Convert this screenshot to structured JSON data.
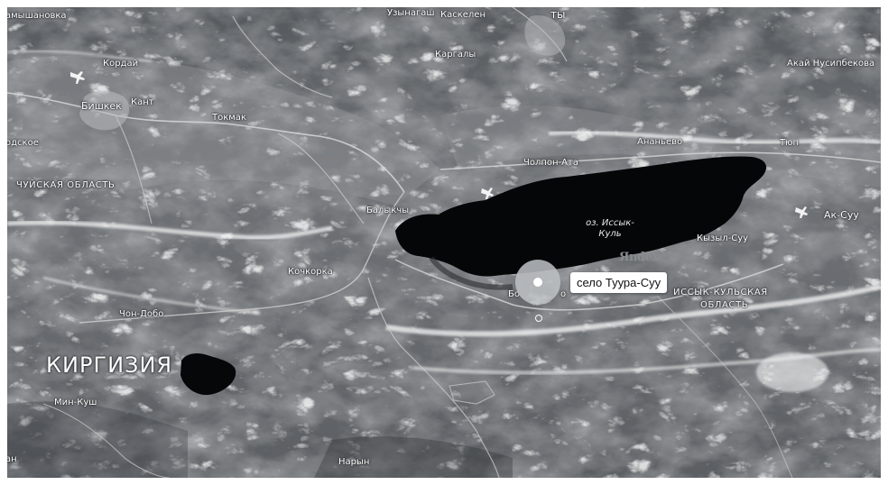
{
  "map": {
    "labels": {
      "shamshanovka": "амышановка",
      "kordai": "Кордай",
      "bishkek": "Бишкек",
      "kant": "Кант",
      "tokmak": "Токмак",
      "podskoe": "одское",
      "uzynagash": "Узынагаш",
      "kaskelen": "Каскелен",
      "ty": "ты",
      "kargaly": "Каргалы",
      "akai": "Акай Нусипбекова",
      "ananyevo": "Ананьево",
      "tyup": "Тюп",
      "cholpon_ata": "Чолпон-Ата",
      "balykchy": "Балыкчы",
      "ak_suu": "Ак-Суу",
      "kyzyl_suu": "Кызыл-Суу",
      "kochkorka": "Кочкорка",
      "chon_dobo": "Чон-Добо",
      "bo_fragment": "Бо",
      "o_fragment": "о",
      "min_kush": "Мин-Куш",
      "naryn": "Нарын",
      "an_fragment": "ан",
      "chuy_region": "ЧУЙСКАЯ ОБЛАСТЬ",
      "issyk_region_line1": "ИССЫК-КУЛЬСКАЯ",
      "issyk_region_line2": "ОБЛАСТЬ",
      "country": "КИРГИЗИЯ"
    },
    "lake": {
      "line1": "оз. Иссык-",
      "line2": "Куль"
    },
    "watermark": "Яndex",
    "tooltip": "село Туура-Суу",
    "icons": {
      "airport": "airplane-icon",
      "marker": "location-marker-icon"
    }
  }
}
